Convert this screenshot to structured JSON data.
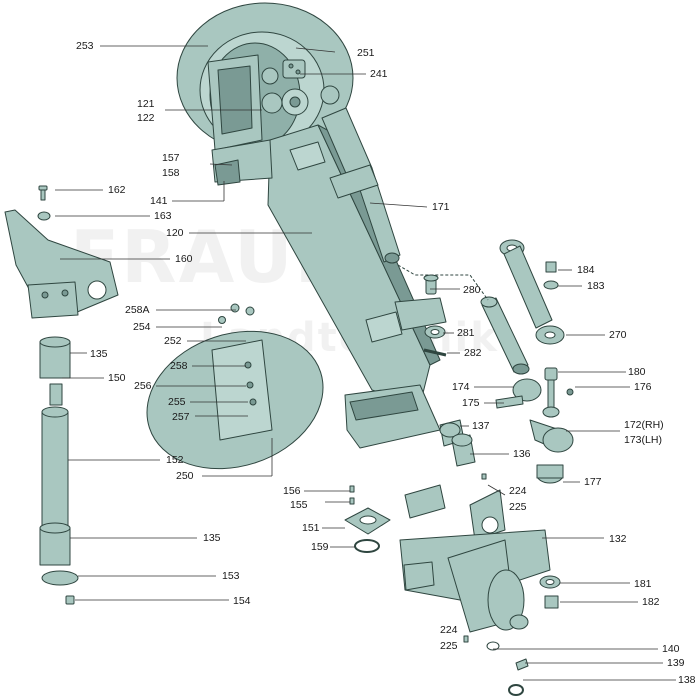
{
  "watermark": {
    "line1": "FRAUN",
    "line2": "Landtechnik"
  },
  "colors": {
    "part_fill": "#a9c7c0",
    "part_stroke": "#2f4640",
    "dark_fill": "#7a9a94",
    "leader": "#333333"
  },
  "callouts": [
    {
      "id": "253",
      "text": "253"
    },
    {
      "id": "251",
      "text": "251"
    },
    {
      "id": "241",
      "text": "241"
    },
    {
      "id": "121",
      "text": "121"
    },
    {
      "id": "122",
      "text": "122"
    },
    {
      "id": "157",
      "text": "157"
    },
    {
      "id": "158",
      "text": "158"
    },
    {
      "id": "141",
      "text": "141"
    },
    {
      "id": "162",
      "text": "162"
    },
    {
      "id": "163",
      "text": "163"
    },
    {
      "id": "171",
      "text": "171"
    },
    {
      "id": "120",
      "text": "120"
    },
    {
      "id": "160",
      "text": "160"
    },
    {
      "id": "184",
      "text": "184"
    },
    {
      "id": "183",
      "text": "183"
    },
    {
      "id": "280",
      "text": "280"
    },
    {
      "id": "258A",
      "text": "258A"
    },
    {
      "id": "254",
      "text": "254"
    },
    {
      "id": "281",
      "text": "281"
    },
    {
      "id": "270",
      "text": "270"
    },
    {
      "id": "252",
      "text": "252"
    },
    {
      "id": "282",
      "text": "282"
    },
    {
      "id": "135a",
      "text": "135"
    },
    {
      "id": "258",
      "text": "258"
    },
    {
      "id": "180",
      "text": "180"
    },
    {
      "id": "150",
      "text": "150"
    },
    {
      "id": "256",
      "text": "256"
    },
    {
      "id": "174",
      "text": "174"
    },
    {
      "id": "176",
      "text": "176"
    },
    {
      "id": "255",
      "text": "255"
    },
    {
      "id": "175",
      "text": "175"
    },
    {
      "id": "257",
      "text": "257"
    },
    {
      "id": "137",
      "text": "137"
    },
    {
      "id": "172",
      "text": "172(RH)"
    },
    {
      "id": "173",
      "text": "173(LH)"
    },
    {
      "id": "136",
      "text": "136"
    },
    {
      "id": "152",
      "text": "152"
    },
    {
      "id": "250",
      "text": "250"
    },
    {
      "id": "177",
      "text": "177"
    },
    {
      "id": "224a",
      "text": "224"
    },
    {
      "id": "156",
      "text": "156"
    },
    {
      "id": "225a",
      "text": "225"
    },
    {
      "id": "155",
      "text": "155"
    },
    {
      "id": "151",
      "text": "151"
    },
    {
      "id": "135b",
      "text": "135"
    },
    {
      "id": "132",
      "text": "132"
    },
    {
      "id": "159",
      "text": "159"
    },
    {
      "id": "153",
      "text": "153"
    },
    {
      "id": "181",
      "text": "181"
    },
    {
      "id": "154",
      "text": "154"
    },
    {
      "id": "182",
      "text": "182"
    },
    {
      "id": "224b",
      "text": "224"
    },
    {
      "id": "225b",
      "text": "225"
    },
    {
      "id": "140",
      "text": "140"
    },
    {
      "id": "139",
      "text": "139"
    },
    {
      "id": "138",
      "text": "138"
    }
  ]
}
